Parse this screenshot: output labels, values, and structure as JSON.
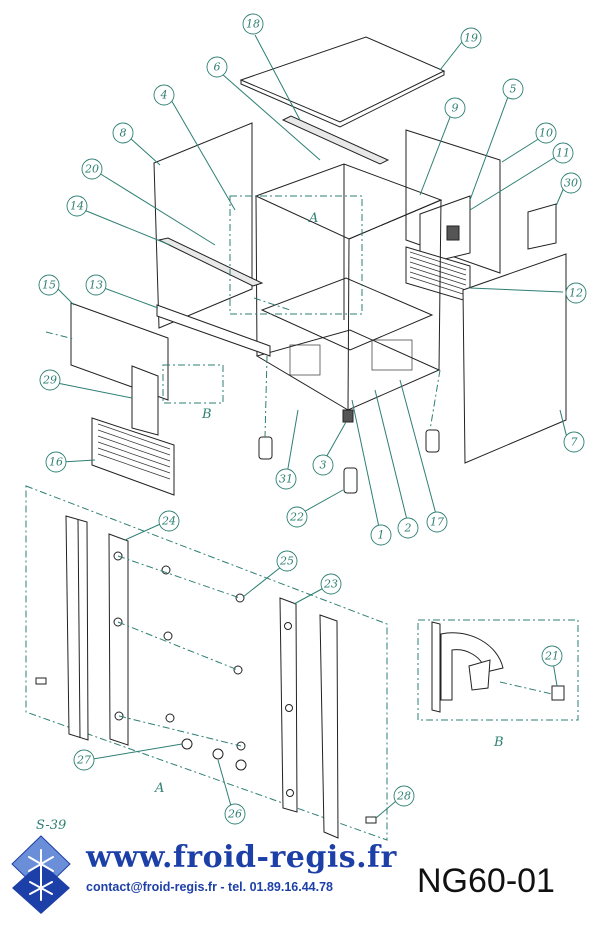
{
  "callouts": [
    {
      "id": "c18",
      "label": "18"
    },
    {
      "id": "c19",
      "label": "19"
    },
    {
      "id": "c6",
      "label": "6"
    },
    {
      "id": "c4",
      "label": "4"
    },
    {
      "id": "c9",
      "label": "9"
    },
    {
      "id": "c5",
      "label": "5"
    },
    {
      "id": "c8",
      "label": "8"
    },
    {
      "id": "c10",
      "label": "10"
    },
    {
      "id": "c11",
      "label": "11"
    },
    {
      "id": "c20",
      "label": "20"
    },
    {
      "id": "c30",
      "label": "30"
    },
    {
      "id": "c14",
      "label": "14"
    },
    {
      "id": "c15",
      "label": "15"
    },
    {
      "id": "c13",
      "label": "13"
    },
    {
      "id": "c12",
      "label": "12"
    },
    {
      "id": "c29",
      "label": "29"
    },
    {
      "id": "c7",
      "label": "7"
    },
    {
      "id": "c16",
      "label": "16"
    },
    {
      "id": "c31",
      "label": "31"
    },
    {
      "id": "c3",
      "label": "3"
    },
    {
      "id": "c22",
      "label": "22"
    },
    {
      "id": "c1",
      "label": "1"
    },
    {
      "id": "c2",
      "label": "2"
    },
    {
      "id": "c17",
      "label": "17"
    },
    {
      "id": "c24",
      "label": "24"
    },
    {
      "id": "c25",
      "label": "25"
    },
    {
      "id": "c23",
      "label": "23"
    },
    {
      "id": "c21",
      "label": "21"
    },
    {
      "id": "c27",
      "label": "27"
    },
    {
      "id": "c26",
      "label": "26"
    },
    {
      "id": "c28",
      "label": "28"
    }
  ],
  "view_labels": {
    "a_main": "A",
    "b_main": "B",
    "a_detail": "A",
    "b_detail": "B"
  },
  "sheet_ref": "S-39",
  "footer": {
    "url": "www.froid-regis.fr",
    "contact": "contact@froid-regis.fr - tel. 01.89.16.44.78"
  },
  "model_code": "NG60-01",
  "colors": {
    "callout": "#2e7f73",
    "brand": "#1d3fa8",
    "logo": "#1d3fa8"
  },
  "logo_icon": "snowflake-icon"
}
